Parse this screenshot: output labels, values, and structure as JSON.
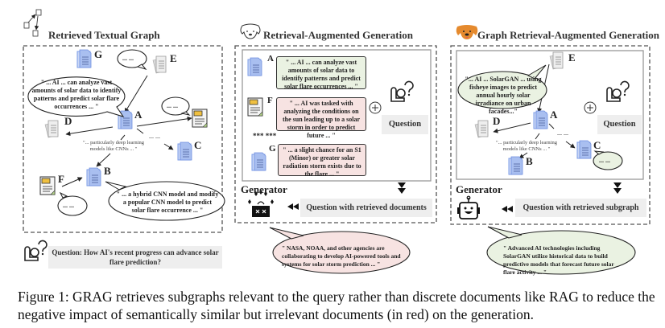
{
  "panels": {
    "graph": {
      "title": "Retrieved Textual Graph",
      "nodes": [
        "A",
        "B",
        "C",
        "D",
        "E",
        "F",
        "G"
      ],
      "bubble_a": "\" ... AI ... can analyze vast amounts of solar data to identify patterns and predict solar flare occurrences ... \"",
      "bubble_b": "\" ... a hybrid CNN model and modify a popular CNN model to predict solar flare occurrence ... \"",
      "edge_text": "\"... particularly deep learning models like CNNs ... \"",
      "ellipsis": "... ...",
      "question": "Question: How AI's recent progress can advance solar flare prediction?"
    },
    "rag": {
      "title": "Retrieval-Augmented Generation",
      "docs": [
        {
          "label": "A",
          "text": "\" ... AI ... can analyze vast amounts of solar data to identify patterns and predict solar flare occurrences ... \"",
          "relevance": "relevant"
        },
        {
          "label": "F",
          "text": "\" ... AI was tasked with analyzing the conditions on the sun leading up to a solar storm in order to predict future ... \"",
          "relevance": "irrelevant"
        },
        {
          "label": "G",
          "text": "\" ... a slight chance for an S1 (Minor) or greater solar radiation storm exists due to the flare ... \"",
          "relevance": "irrelevant"
        }
      ],
      "dots": "***     ***",
      "question_label": "Question",
      "plus": "+",
      "generator_label": "Generator",
      "combined_label": "Question with retrieved documents",
      "output": "\" NASA, NOAA, and other agencies are collaborating to develop AI-powered tools and systems for solar storm prediction ... \""
    },
    "grag": {
      "title": "Graph Retrieval-Augmented Generation",
      "bubble_e": "\"... AI ... SolarGAN ... using fisheye images to predict annual hourly solar irradiance on urban facades...\"",
      "edge_text": "\"... particularly deep learning models like CNNs ... \"",
      "ellipsis": "... ...",
      "question_label": "Question",
      "plus": "+",
      "generator_label": "Generator",
      "combined_label": "Question with retrieved subgraph",
      "output": "\" Advanced AI technologies including SolarGAN utilize historical data to build predictive models that forecast future solar flare activity ... \""
    }
  },
  "colors": {
    "relevant": "#eaf2e2",
    "irrelevant": "#f7e3e2",
    "question_bg": "#eeeeee",
    "doc_blue": "#7b9ce8"
  },
  "caption": "Figure 1: GRAG retrieves subgraphs relevant to the query rather than discrete documents like RAG to reduce the negative impact of semantically similar but irrelevant documents (in red) on the generation."
}
